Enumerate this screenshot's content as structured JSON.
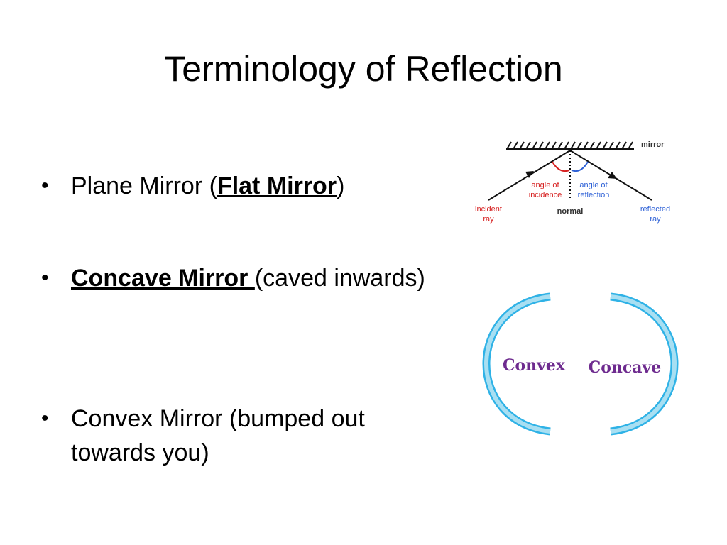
{
  "slide": {
    "title": "Terminology of Reflection"
  },
  "bullets": [
    {
      "plain_before": "Plane Mirror (",
      "emphasis": "Flat Mirror",
      "plain_after": ")"
    },
    {
      "emphasis": "Concave Mirror ",
      "plain_after": "(caved inwards)"
    },
    {
      "line1": "Convex Mirror (bumped out",
      "line2": "towards you)"
    }
  ],
  "reflection_diagram": {
    "mirror_label": "mirror",
    "angle_incidence_line1": "angle of",
    "angle_incidence_line2": "incidence",
    "angle_reflection_line1": "angle of",
    "angle_reflection_line2": "reflection",
    "normal_label": "normal",
    "incident_line1": "incident",
    "incident_line2": "ray",
    "reflected_line1": "reflected",
    "reflected_line2": "ray",
    "colors": {
      "ray_label": "#d62020",
      "reflected_label": "#2b5fd6",
      "incidence_arc": "#d62020",
      "reflection_arc": "#2b5fd6",
      "text": "#333333"
    }
  },
  "mirror_types_diagram": {
    "convex_label": "Convex",
    "concave_label": "Concave",
    "colors": {
      "mirror_fill": "#a8dff2",
      "mirror_edge": "#2fb2e6",
      "label": "#6e2b8f"
    }
  }
}
